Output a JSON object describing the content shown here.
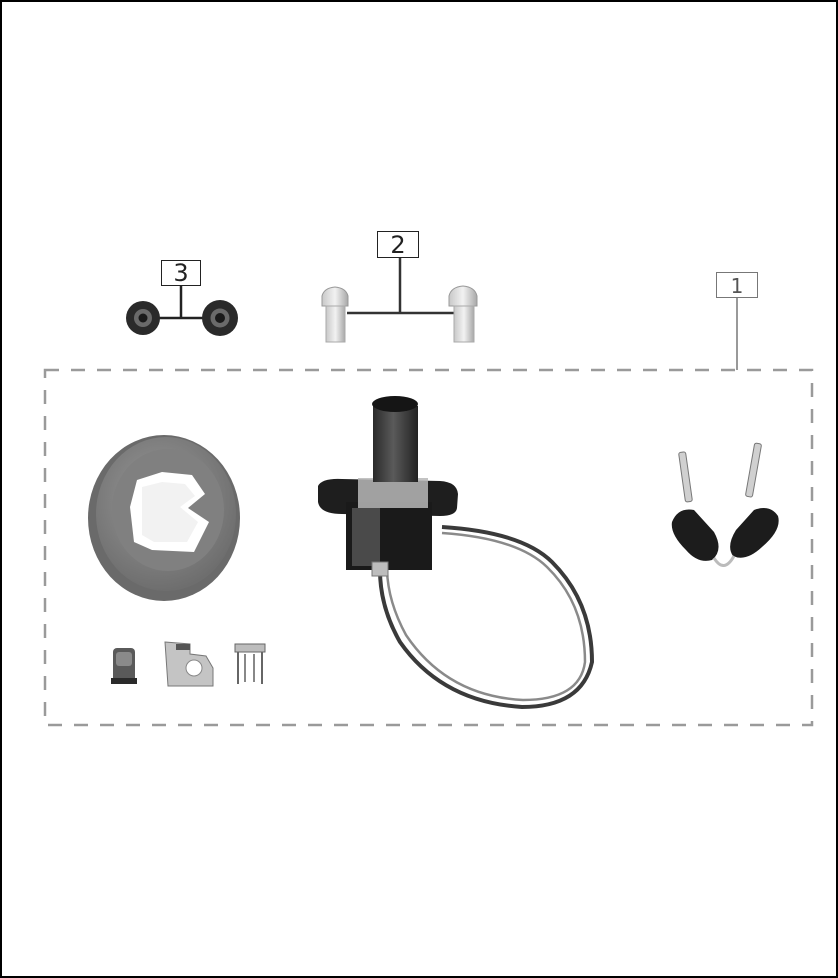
{
  "callouts": [
    {
      "id": "1",
      "label": "1"
    },
    {
      "id": "2",
      "label": "2"
    },
    {
      "id": "3",
      "label": "3"
    }
  ],
  "colors": {
    "frame": "#000000",
    "dashed_group": "#9a9a9a",
    "part_gray": "#8c8c8c",
    "part_dark": "#1f1f1f"
  }
}
